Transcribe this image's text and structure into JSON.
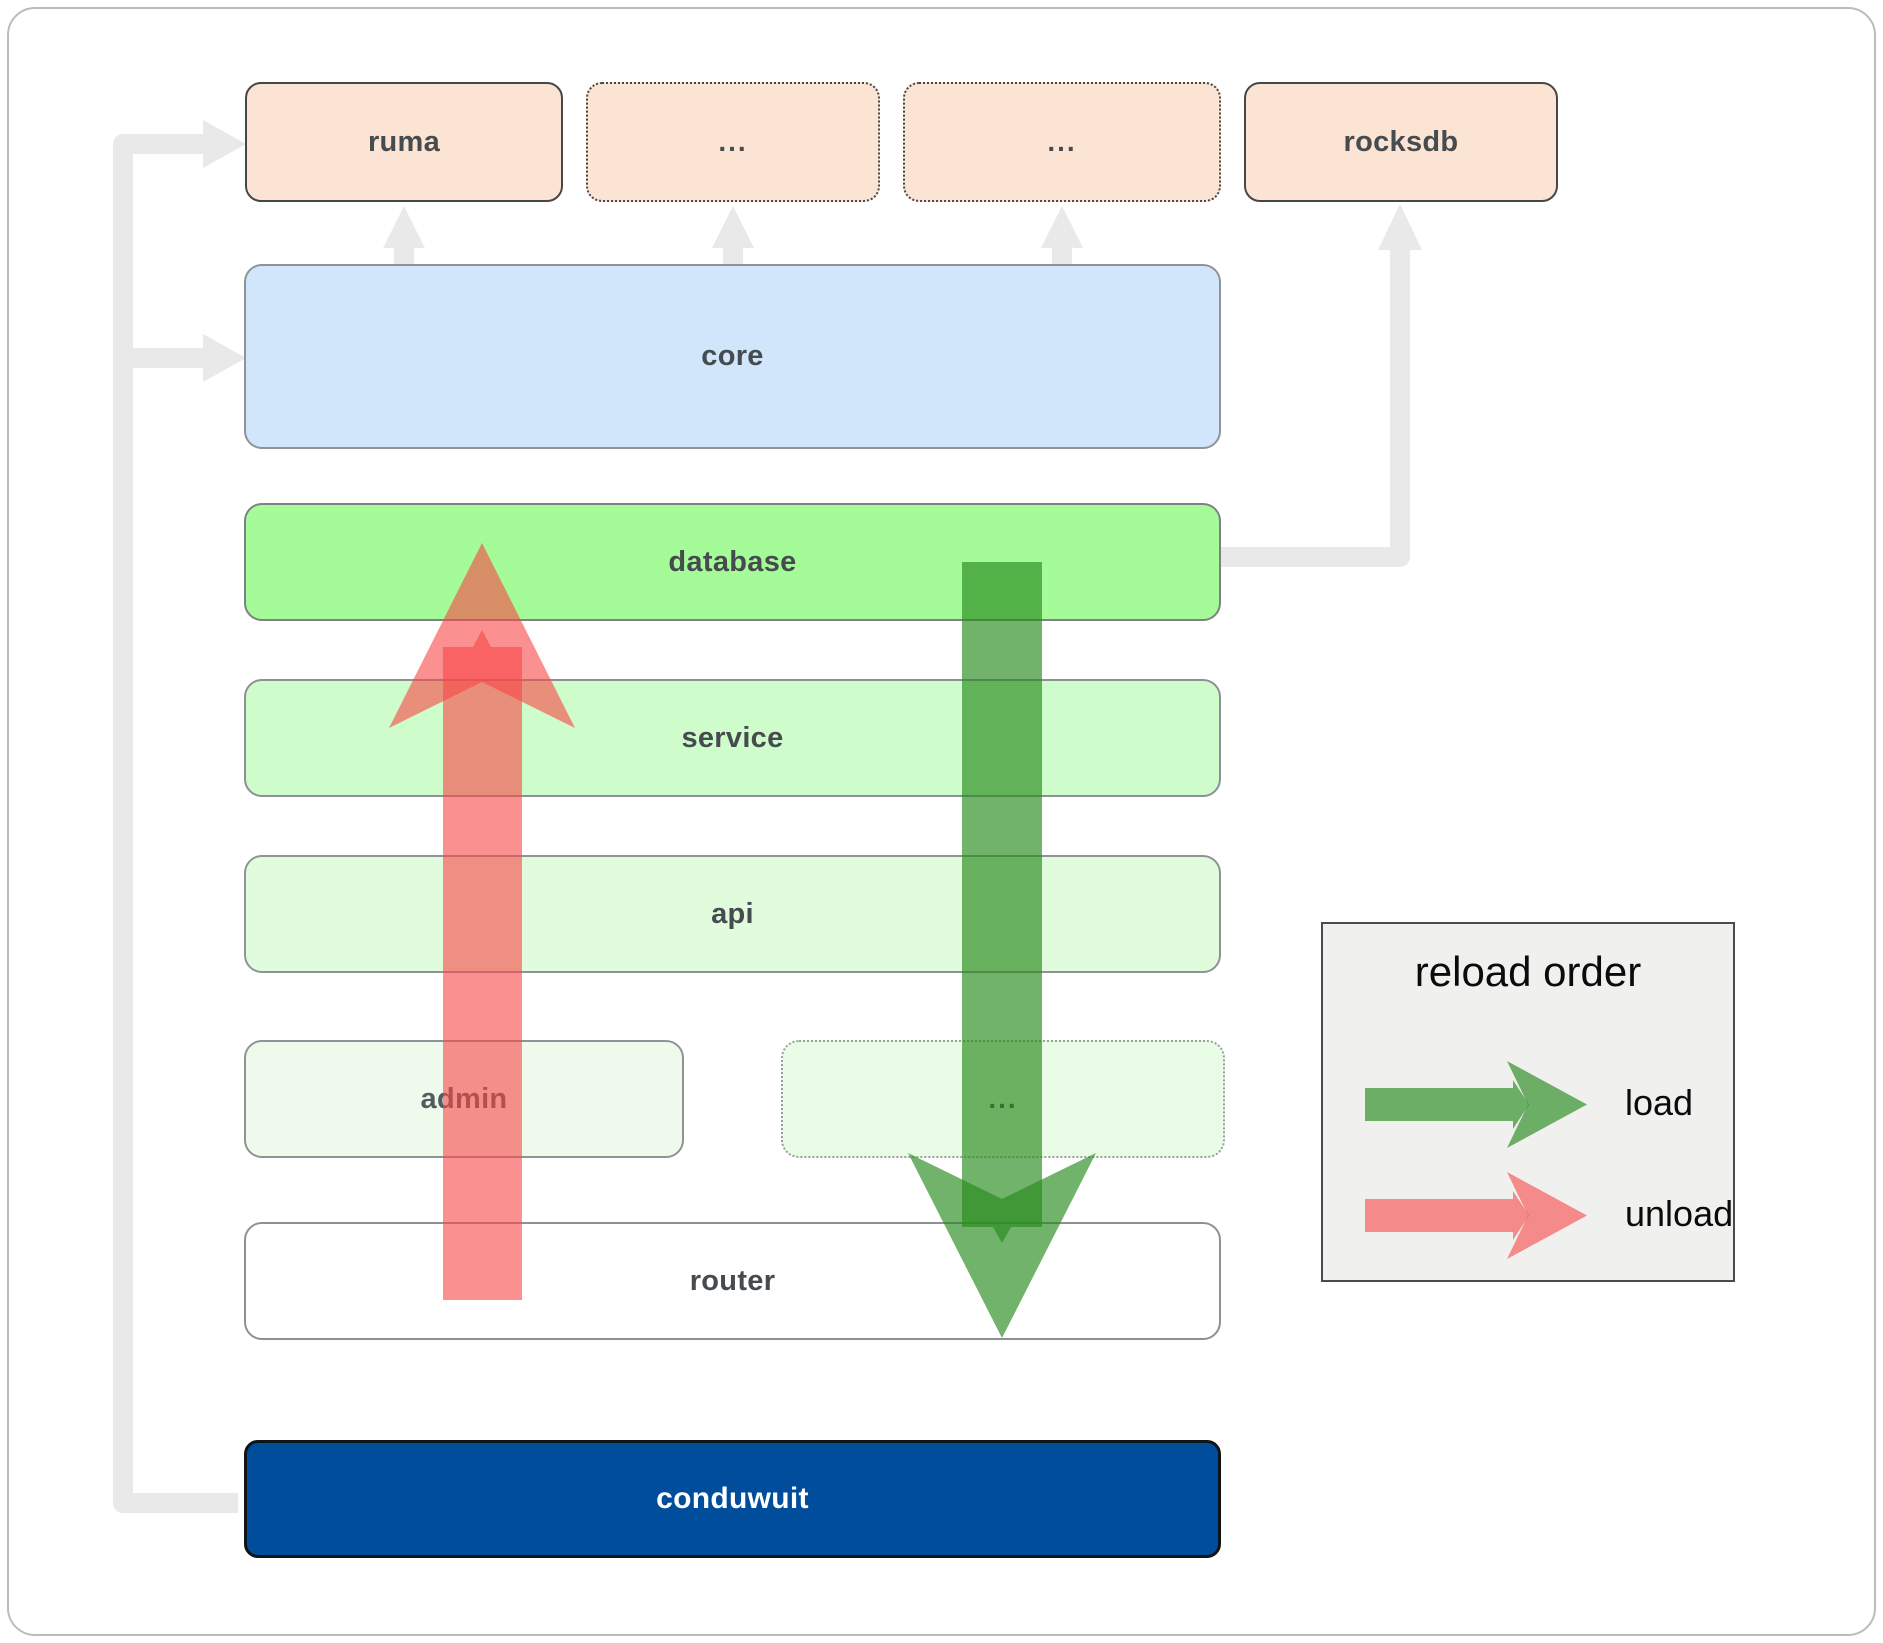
{
  "boxes": {
    "ruma": "ruma",
    "dots1": "...",
    "dots2": "...",
    "rocksdb": "rocksdb",
    "core": "core",
    "database": "database",
    "service": "service",
    "api": "api",
    "admin": "admin",
    "dots3": "...",
    "router": "router",
    "conduwuit": "conduwuit"
  },
  "legend": {
    "title": "reload order",
    "load": "load",
    "unload": "unload"
  },
  "colors": {
    "module_peach": "#fce4d4",
    "core_blue": "#d2e6fb",
    "database_green": "#a5fb97",
    "service_green": "#cffccb",
    "api_green": "#e1fcdc",
    "admin_green": "#eefbec",
    "ellipsis_green": "#e9fce6",
    "conduwuit_blue": "#004e9b",
    "load_arrow_green": "#268a1c",
    "unload_arrow_red": "#f84646",
    "connector_grey": "#e9e9e9"
  }
}
